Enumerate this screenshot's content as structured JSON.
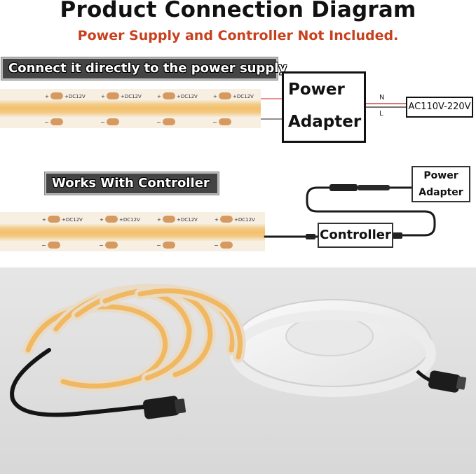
{
  "title": "Product Connection Diagram",
  "subtitle": "Power Supply and Controller Not Included.",
  "section1": {
    "banner": "Connect it directly to the power supply",
    "adapter_line1": "Power",
    "adapter_line2": "Adapter",
    "wire_n": "N",
    "wire_l": "L",
    "ac_label": "AC110V-220V"
  },
  "section2": {
    "banner": "Works With Controller",
    "adapter_line1": "Power",
    "adapter_line2": "Adapter",
    "controller": "Controller"
  },
  "strip": {
    "pad_label": "+DC12V",
    "plus": "+",
    "minus": "−"
  },
  "colors": {
    "strip_core": "#f5c27a",
    "strip_edge": "#f8e3c2",
    "pad": "#d69a60",
    "wire_red": "#c22",
    "cable": "#1a1a1a"
  }
}
